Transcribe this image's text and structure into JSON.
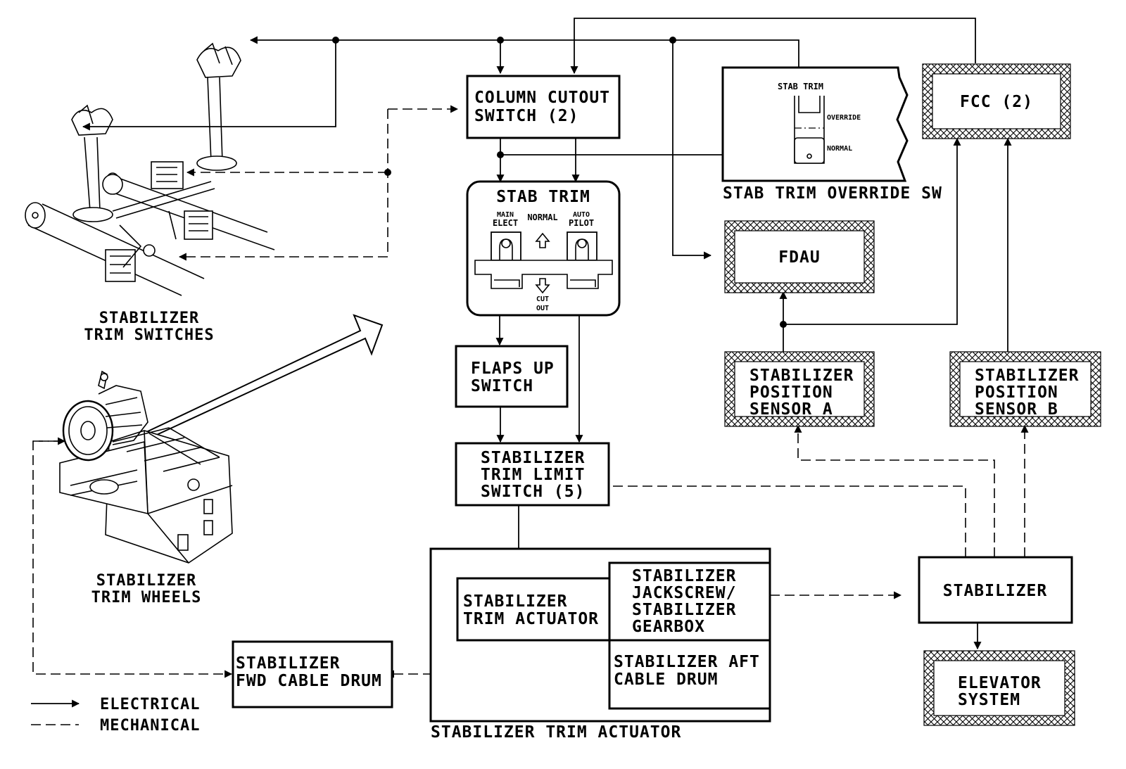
{
  "switches": {
    "column_cutout": [
      "COLUMN CUTOUT",
      "SWITCH (2)"
    ],
    "override_panel": {
      "title": "STAB TRIM",
      "override": "OVERRIDE",
      "normal": "NORMAL",
      "caption": "STAB TRIM OVERRIDE SW"
    },
    "stab_trim_panel": {
      "title": "STAB TRIM",
      "main_elect": [
        "MAIN",
        "ELECT"
      ],
      "normal": "NORMAL",
      "auto_pilot": [
        "AUTO",
        "PILOT"
      ],
      "cut_out": [
        "CUT",
        "OUT"
      ]
    },
    "flaps_up": [
      "FLAPS UP",
      "SWITCH"
    ],
    "trim_limit": [
      "STABILIZER",
      "TRIM LIMIT",
      "SWITCH (5)"
    ]
  },
  "computers": {
    "fcc": "FCC (2)",
    "fdau": "FDAU",
    "sensor_a": [
      "STABILIZER",
      "POSITION",
      "SENSOR A"
    ],
    "sensor_b": [
      "STABILIZER",
      "POSITION",
      "SENSOR B"
    ]
  },
  "actuator": {
    "caption": "STABILIZER TRIM ACTUATOR",
    "trim_actuator": [
      "STABILIZER",
      "TRIM ACTUATOR"
    ],
    "jackscrew": [
      "STABILIZER",
      "JACKSCREW/",
      "STABILIZER",
      "GEARBOX"
    ],
    "aft_drum": [
      "STABILIZER AFT",
      "CABLE DRUM"
    ]
  },
  "fwd_drum": [
    "STABILIZER",
    "FWD CABLE DRUM"
  ],
  "stabilizer": "STABILIZER",
  "elevator": [
    "ELEVATOR",
    "SYSTEM"
  ],
  "illustrations": {
    "trim_switches": [
      "STABILIZER",
      "TRIM SWITCHES"
    ],
    "trim_wheels": [
      "STABILIZER",
      "TRIM WHEELS"
    ]
  },
  "legend": {
    "electrical": "ELECTRICAL",
    "mechanical": "MECHANICAL"
  }
}
